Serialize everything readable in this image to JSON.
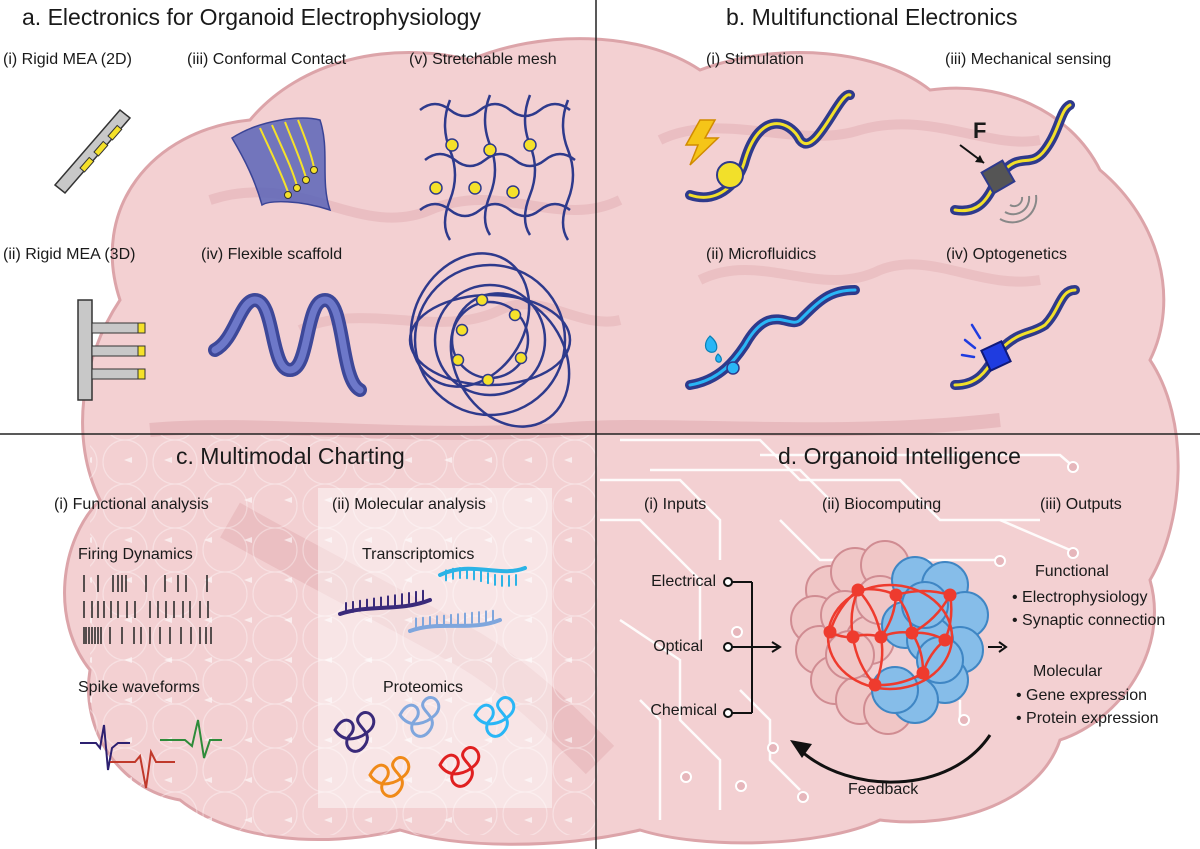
{
  "panels": {
    "a": {
      "title": "a. Electronics for Organoid Electrophysiology",
      "items": [
        "(i) Rigid MEA (2D)",
        "(iii) Conformal Contact",
        "(v) Stretchable mesh",
        "(ii) Rigid MEA (3D)",
        "(iv) Flexible scaffold"
      ]
    },
    "b": {
      "title": "b. Multifunctional Electronics",
      "items": [
        "(i) Stimulation",
        "(iii) Mechanical sensing",
        "(ii) Microfluidics",
        "(iv) Optogenetics"
      ],
      "force_label": "F"
    },
    "c": {
      "title": "c. Multimodal Charting",
      "functional": {
        "header": "(i) Functional analysis",
        "firing": "Firing Dynamics",
        "spikes": "Spike waveforms"
      },
      "molecular": {
        "header": "(ii) Molecular analysis",
        "transcriptomics": "Transcriptomics",
        "proteomics": "Proteomics"
      }
    },
    "d": {
      "title": "d. Organoid Intelligence",
      "headers": [
        "(i) Inputs",
        "(ii) Biocomputing",
        "(iii) Outputs"
      ],
      "inputs": [
        "Electrical",
        "Optical",
        "Chemical"
      ],
      "outputs": {
        "functional_title": "Functional",
        "functional_items": [
          "• Electrophysiology",
          "• Synaptic connection"
        ],
        "molecular_title": "Molecular",
        "molecular_items": [
          "• Gene expression",
          "• Protein expression"
        ]
      },
      "feedback": "Feedback"
    }
  },
  "colors": {
    "brain_fill": "#f2cfd1",
    "brain_dark": "#d99ca2",
    "device_blue": "#2e3a8c",
    "gold": "#f2e02a",
    "cyan": "#29b6f6",
    "neuron_red": "#ee3b2e",
    "organoid_blue": "#7fb7e6",
    "organoid_pink": "#f0c6c6"
  }
}
